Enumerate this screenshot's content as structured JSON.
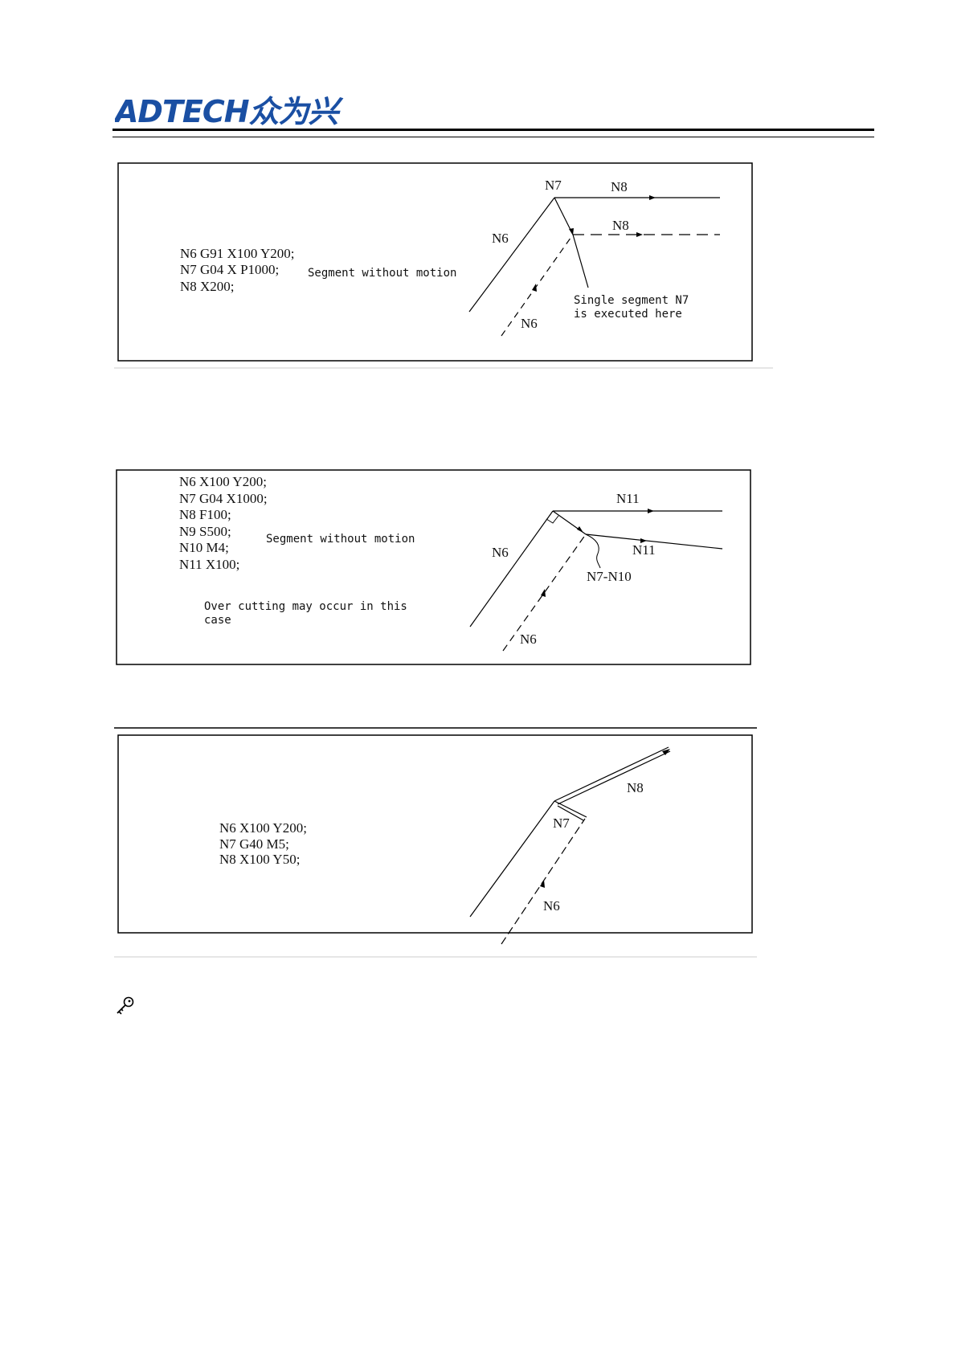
{
  "header": {
    "logo_text": "ADTECH众为兴"
  },
  "figure1": {
    "code_lines": [
      "N6 G91 X100 Y200;",
      "N7 G04 X P1000;",
      "N8 X200;"
    ],
    "note_segment": "Segment without motion",
    "labels": {
      "n7": "N7",
      "n8_top": "N8",
      "n8_dashed": "N8",
      "n6_upper": "N6",
      "n6_lower": "N6"
    },
    "annotation_line1": "Single segment N7",
    "annotation_line2": "is executed here"
  },
  "figure2": {
    "code_lines": [
      "N6 X100 Y200;",
      "N7 G04 X1000;",
      "N8 F100;",
      "N9 S500;",
      "N10 M4;",
      "N11 X100;"
    ],
    "note_segment": "Segment without motion",
    "note_overcut_line1": "Over cutting may occur in this",
    "note_overcut_line2": "case",
    "labels": {
      "n11_top": "N11",
      "n11_lower": "N11",
      "n7_n10": "N7-N10",
      "n6_upper": "N6",
      "n6_lower": "N6"
    }
  },
  "figure3": {
    "code_lines": [
      "N6 X100 Y200;",
      "N7 G40  M5;",
      "N8 X100  Y50;"
    ],
    "labels": {
      "n8": "N8",
      "n7": "N7",
      "n6": "N6"
    }
  },
  "icons": {
    "logo": "adtech-logo",
    "key": "key-icon"
  },
  "colors": {
    "logo_blue": "#1a4fa3",
    "ink": "#000000"
  }
}
